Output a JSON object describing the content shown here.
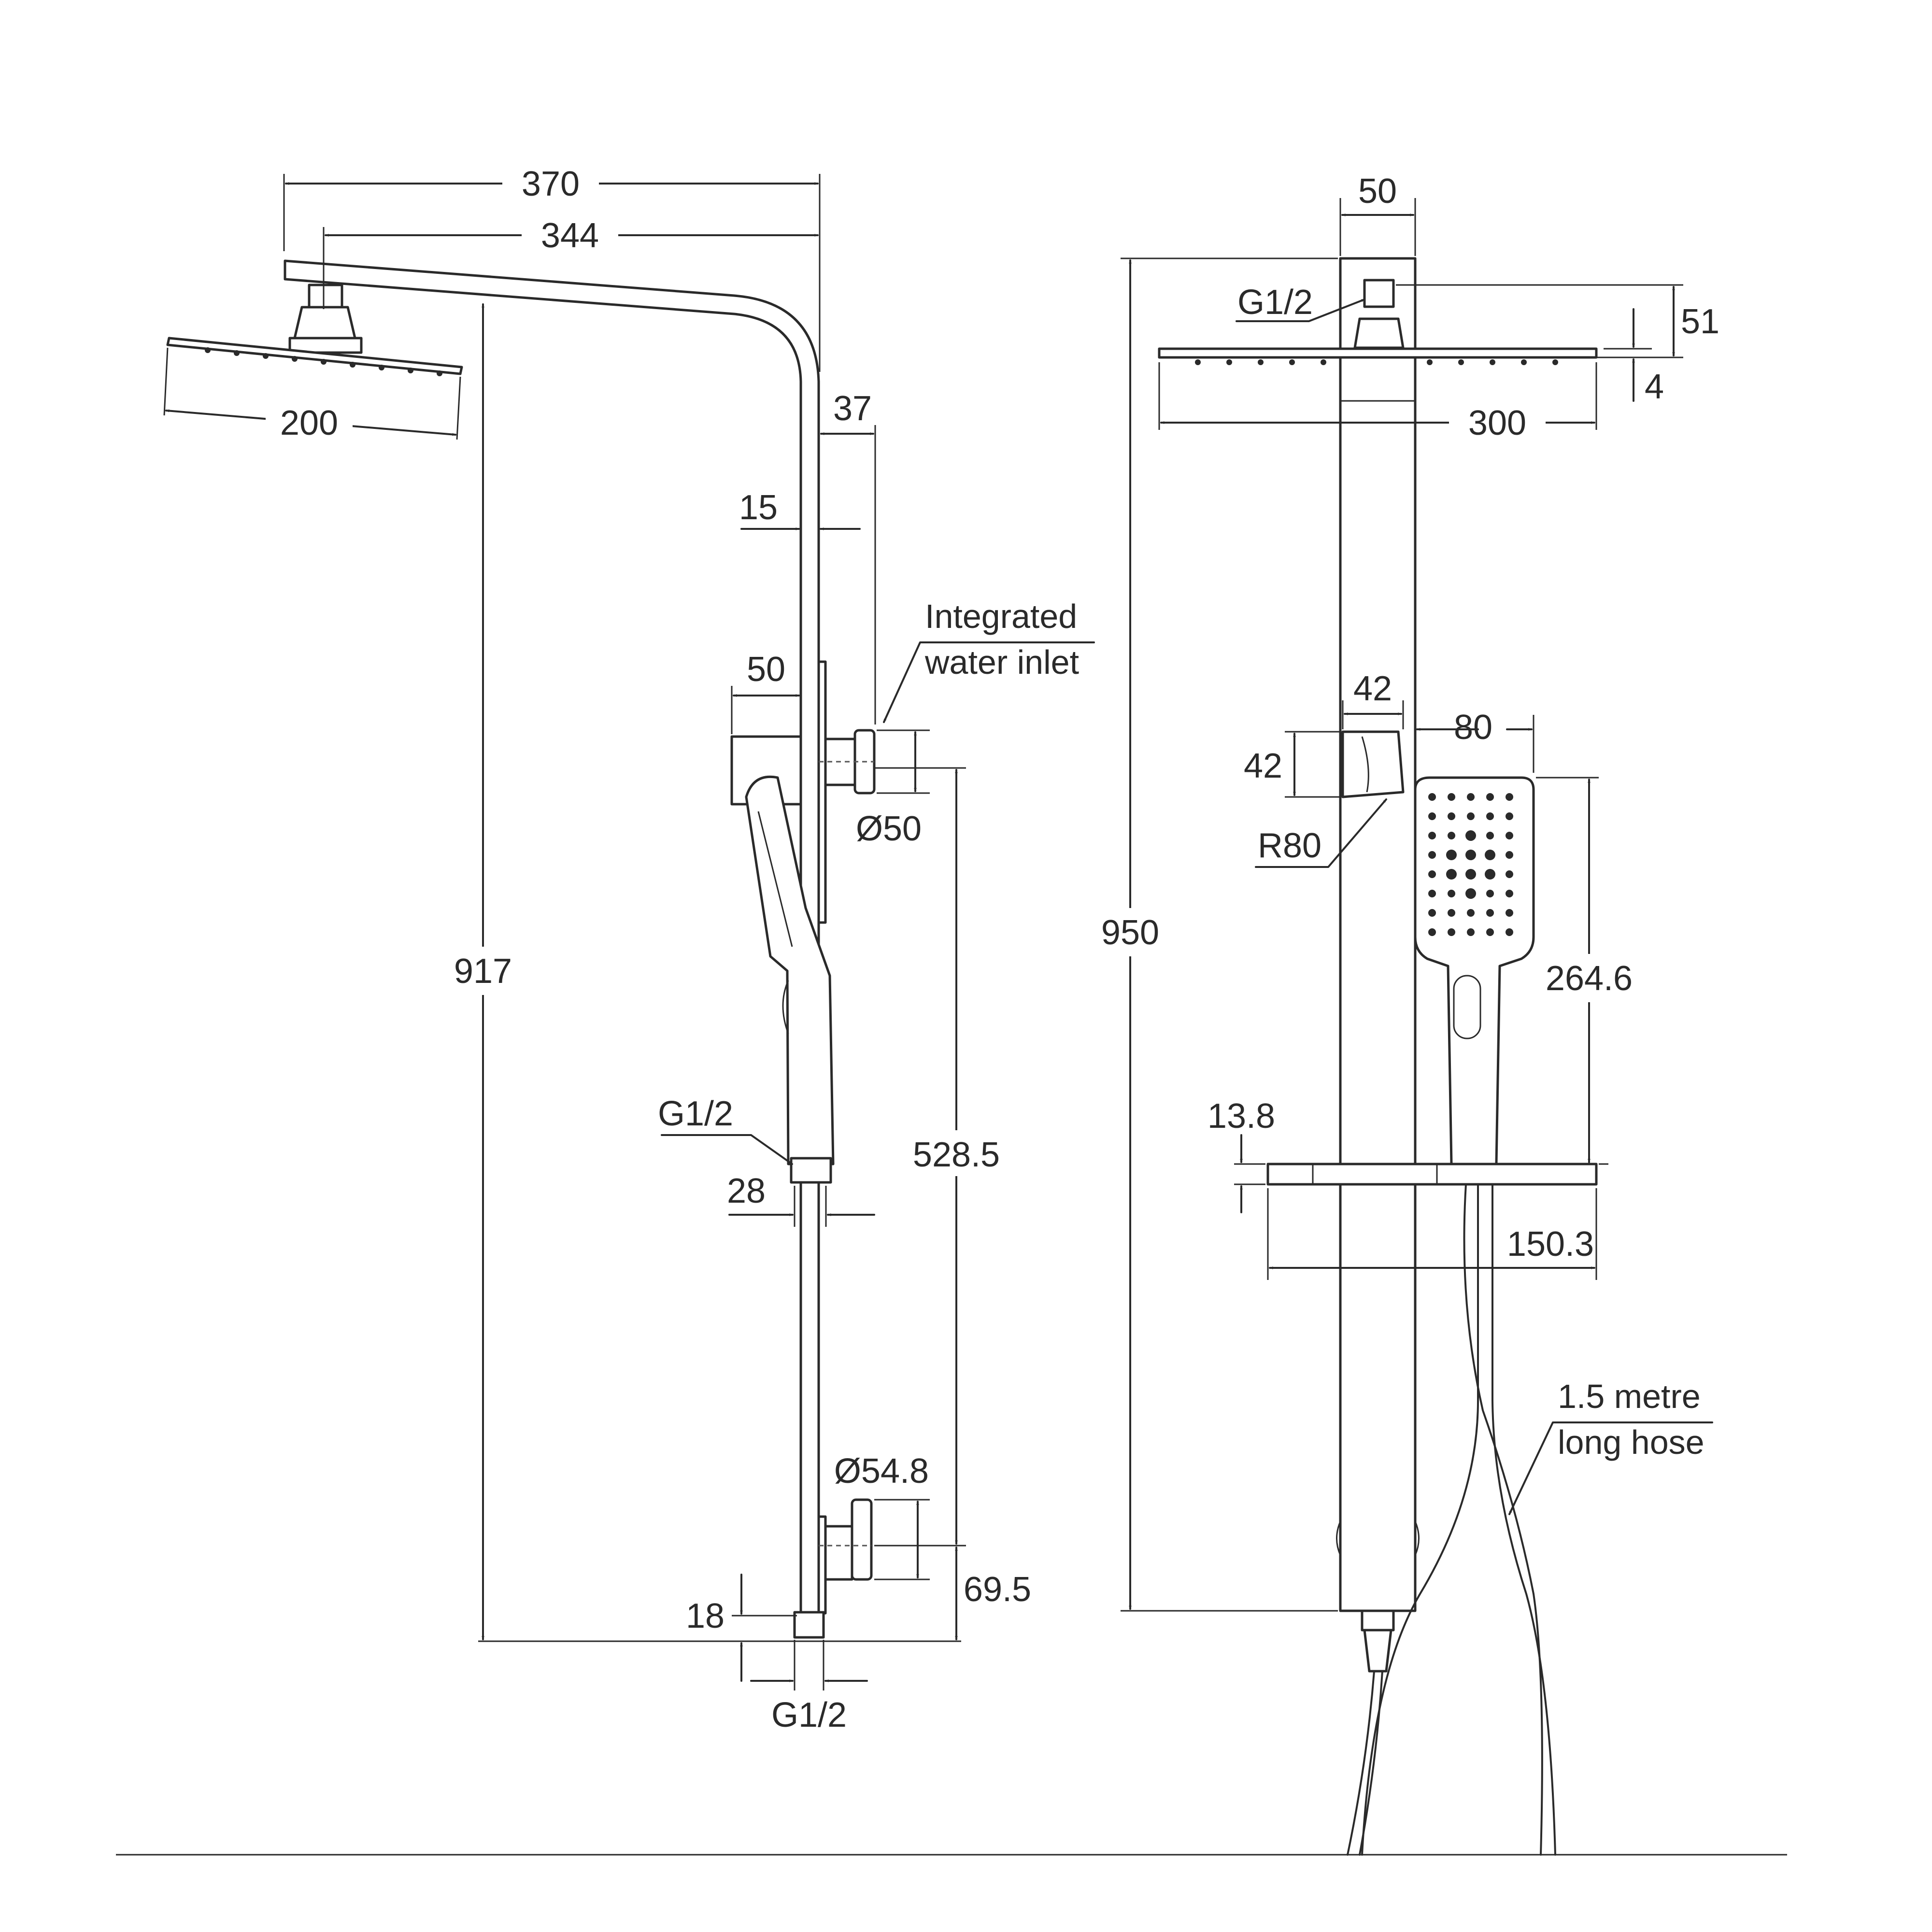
{
  "side_view": {
    "dims": {
      "arm_overall": "370",
      "arm_centre": "344",
      "head_diameter": "200",
      "offset_37": "37",
      "offset_15": "15",
      "bracket_50": "50",
      "inlet_diameter": "Ø50",
      "height_917": "917",
      "inlet_height": "528.5",
      "connector_top": "G1/2",
      "rail_28": "28",
      "flange_diameter": "Ø54.8",
      "base_69_5": "69.5",
      "base_18": "18",
      "connector_bottom": "G1/2"
    },
    "notes": {
      "inlet_line1": "Integrated",
      "inlet_line2": "water inlet"
    }
  },
  "front_view": {
    "dims": {
      "top_width": "50",
      "connector": "G1/2",
      "head_drop": "51",
      "head_thickness": "4",
      "head_width": "300",
      "height_950": "950",
      "holder_width": "42",
      "holder_height": "42",
      "radius": "R80",
      "hand_width": "80",
      "hand_height": "264.6",
      "shelf_thickness": "13.8",
      "shelf_length": "150.3"
    },
    "notes": {
      "hose_line1": "1.5 metre",
      "hose_line2": "long hose"
    }
  }
}
